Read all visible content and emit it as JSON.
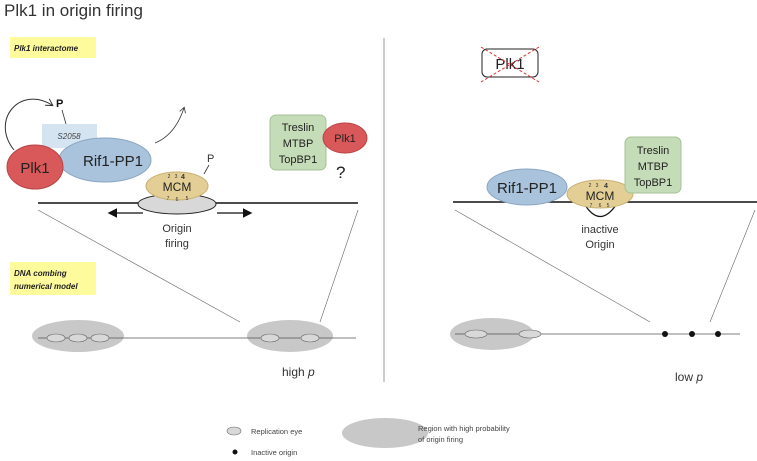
{
  "title": "Plk1 in origin firing",
  "left": {
    "interactome_label": "Plk1 interactome",
    "phospho": "P",
    "site": "S2058",
    "plk1": "Plk1",
    "rif1": "Rif1-PP1",
    "mcm": "MCM",
    "mcm_subunits_top": [
      "2",
      "3",
      "4"
    ],
    "mcm_subunits_bottom": [
      "7",
      "6",
      "5"
    ],
    "mcm_phospho": "P",
    "origin_line1": "Origin",
    "origin_line2": "firing",
    "complex": [
      "Treslin",
      "MTBP",
      "TopBP1"
    ],
    "plk1_small": "Plk1",
    "question": "?",
    "model_label_1": "DNA combing",
    "model_label_2": "numerical model",
    "prob_label": "high",
    "prob_var": "p"
  },
  "right": {
    "plk1_crossed": "Plk1",
    "rif1": "Rif1-PP1",
    "mcm": "MCM",
    "mcm_subunits_top": [
      "2",
      "3",
      "4"
    ],
    "mcm_subunits_bottom": [
      "7",
      "6",
      "5"
    ],
    "complex": [
      "Treslin",
      "MTBP",
      "TopBP1"
    ],
    "origin_line1": "inactive",
    "origin_line2": "Origin",
    "prob_label": "low",
    "prob_var": "p"
  },
  "legend": {
    "replication_eye": "Replication eye",
    "inactive_origin": "Inactive origin",
    "region_1": "Region with high probability",
    "region_2": "of origin firing"
  },
  "colors": {
    "plk1": "#d9585a",
    "rif1": "#a9c3dc",
    "mcm": "#e3cf95",
    "complex": "#c5dcb8",
    "label_bg": "#fdfb9c",
    "region": "#c8c8c8"
  }
}
